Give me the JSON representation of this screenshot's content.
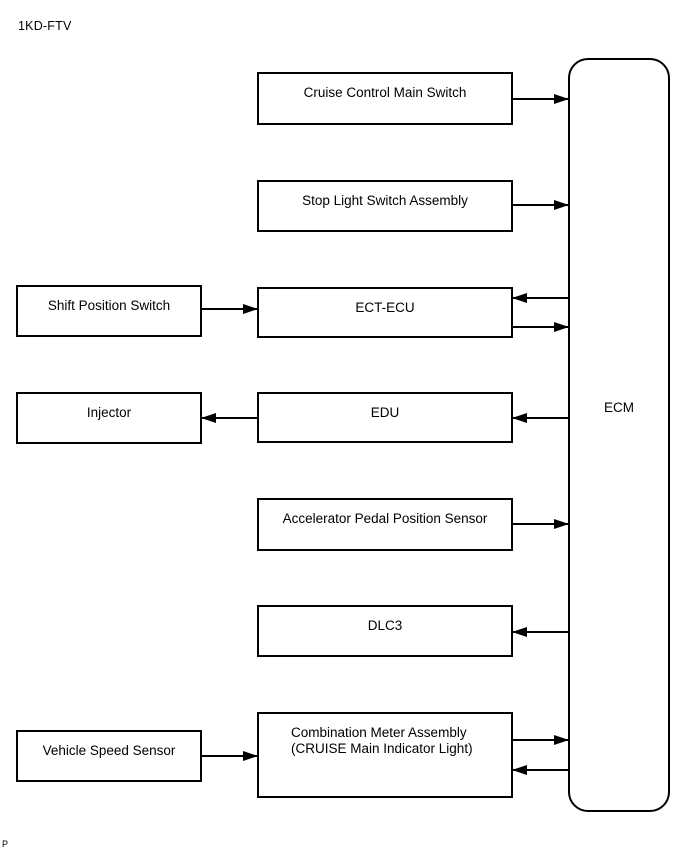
{
  "header": {
    "engine_code": "1KD-FTV"
  },
  "footer": {
    "page_mark": "P"
  },
  "diagram": {
    "ecm": {
      "label": "ECM"
    },
    "boxes": [
      {
        "id": "cruise-control-main-switch",
        "label": "Cruise Control Main Switch"
      },
      {
        "id": "stop-light-switch-assembly",
        "label": "Stop Light Switch Assembly"
      },
      {
        "id": "shift-position-switch",
        "label": "Shift Position Switch"
      },
      {
        "id": "ect-ecu",
        "label": "ECT-ECU"
      },
      {
        "id": "injector",
        "label": "Injector"
      },
      {
        "id": "edu",
        "label": "EDU"
      },
      {
        "id": "accelerator-pedal-position-sensor",
        "label": "Accelerator Pedal Position Sensor"
      },
      {
        "id": "dlc3",
        "label": "DLC3"
      },
      {
        "id": "vehicle-speed-sensor",
        "label": "Vehicle Speed Sensor"
      },
      {
        "id": "combination-meter-assembly",
        "label": "Combination Meter Assembly",
        "label_line2": "(CRUISE Main Indicator Light)"
      }
    ],
    "connections": [
      {
        "from": "Cruise Control Main Switch",
        "to": "ECM"
      },
      {
        "from": "Stop Light Switch Assembly",
        "to": "ECM"
      },
      {
        "from": "ECM",
        "to": "ECT-ECU"
      },
      {
        "from": "ECT-ECU",
        "to": "ECM"
      },
      {
        "from": "Shift Position Switch",
        "to": "ECT-ECU"
      },
      {
        "from": "ECM",
        "to": "EDU"
      },
      {
        "from": "EDU",
        "to": "Injector"
      },
      {
        "from": "Accelerator Pedal Position Sensor",
        "to": "ECM"
      },
      {
        "from": "ECM",
        "to": "DLC3"
      },
      {
        "from": "Vehicle Speed Sensor",
        "to": "Combination Meter Assembly"
      },
      {
        "from": "Combination Meter Assembly",
        "to": "ECM"
      },
      {
        "from": "ECM",
        "to": "Combination Meter Assembly"
      }
    ]
  }
}
